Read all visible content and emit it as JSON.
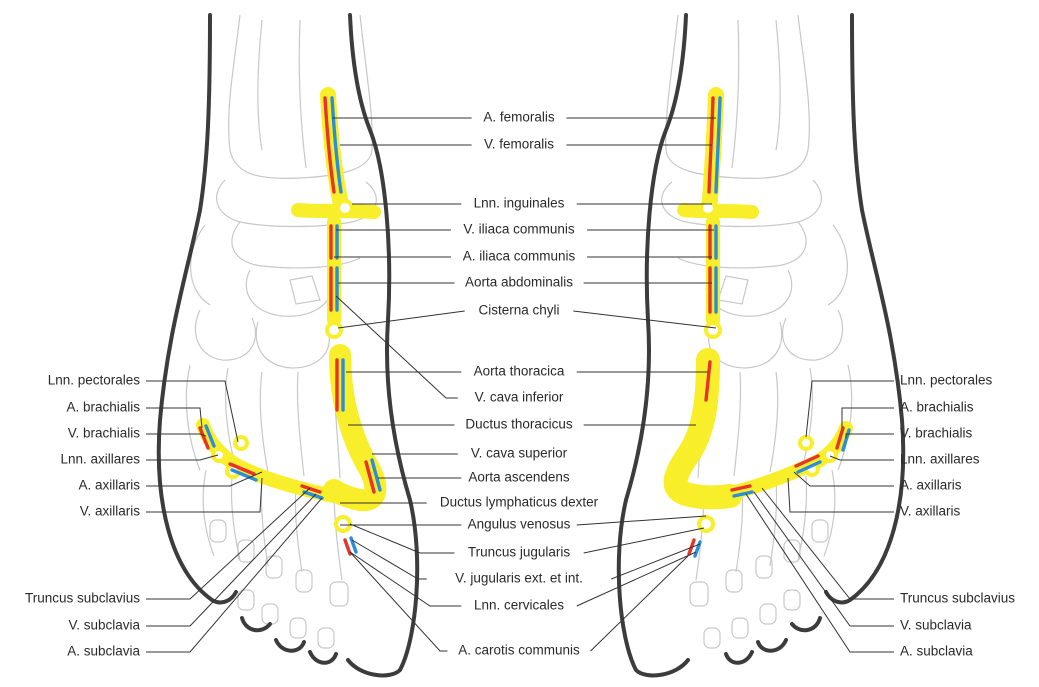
{
  "colors": {
    "lymph": "#f8ee2a",
    "artery": "#e8332a",
    "vein": "#2b8ed8",
    "outline": "#3c3c3c",
    "bone": "#c8c8c8"
  },
  "labels_center": [
    "A. femoralis",
    "V. femoralis",
    "Lnn. inguinales",
    "V. iliaca communis",
    "A. iliaca communis",
    "Aorta abdominalis",
    "Cisterna chyli",
    "Aorta thoracica",
    "V. cava inferior",
    "Ductus thoracicus",
    "V. cava superior",
    "Aorta ascendens",
    "Ductus lymphaticus dexter",
    "Angulus venosus",
    "Truncus jugularis",
    "V. jugularis ext. et int.",
    "Lnn. cervicales",
    "A. carotis communis"
  ],
  "labels_left": [
    "Lnn. pectorales",
    "A. brachialis",
    "V. brachialis",
    "Lnn. axillares",
    "A. axillaris",
    "V. axillaris",
    "Truncus subclavius",
    "V. subclavia",
    "A. subclavia"
  ],
  "labels_right": [
    "Lnn. pectorales",
    "A. brachialis",
    "V. brachialis",
    "Lnn. axillares",
    "A. axillaris",
    "V. axillaris",
    "Truncus subclavius",
    "V. subclavia",
    "A. subclavia"
  ]
}
